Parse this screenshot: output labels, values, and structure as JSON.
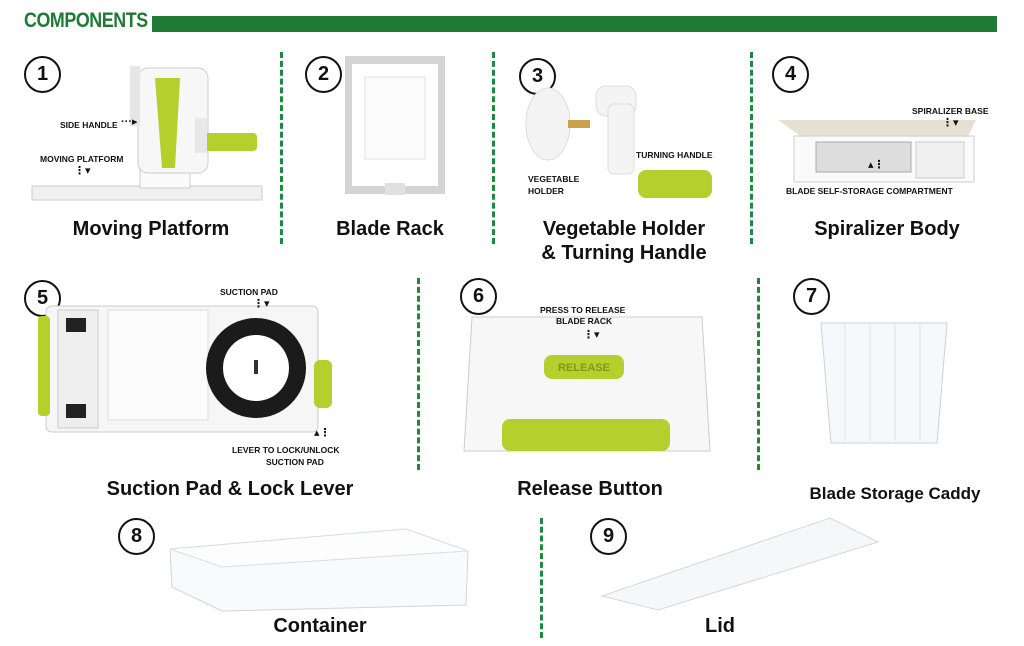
{
  "header": {
    "title": "COMPONENTS",
    "accent_color": "#1f7a34"
  },
  "components": [
    {
      "number": "1",
      "name": "Moving Platform",
      "callouts": [
        "SIDE HANDLE",
        "MOVING PLATFORM"
      ]
    },
    {
      "number": "2",
      "name": "Blade Rack",
      "callouts": []
    },
    {
      "number": "3",
      "name_line1": "Vegetable Holder",
      "name_line2": "& Turning Handle",
      "callouts": [
        "VEGETABLE",
        "HOLDER",
        "TURNING HANDLE"
      ]
    },
    {
      "number": "4",
      "name": "Spiralizer Body",
      "callouts": [
        "SPIRALIZER BASE",
        "BLADE SELF-STORAGE COMPARTMENT"
      ]
    },
    {
      "number": "5",
      "name": "Suction Pad & Lock Lever",
      "callouts": [
        "SUCTION PAD",
        "LEVER TO LOCK/UNLOCK",
        "SUCTION PAD"
      ]
    },
    {
      "number": "6",
      "name": "Release Button",
      "callouts": [
        "PRESS TO RELEASE",
        "BLADE RACK"
      ],
      "button_text": "RELEASE"
    },
    {
      "number": "7",
      "name": "Blade Storage Caddy",
      "callouts": []
    },
    {
      "number": "8",
      "name": "Container",
      "callouts": []
    },
    {
      "number": "9",
      "name": "Lid",
      "callouts": []
    }
  ],
  "colors": {
    "lime": "#b5cf2c",
    "divider": "#1f8a3c"
  }
}
